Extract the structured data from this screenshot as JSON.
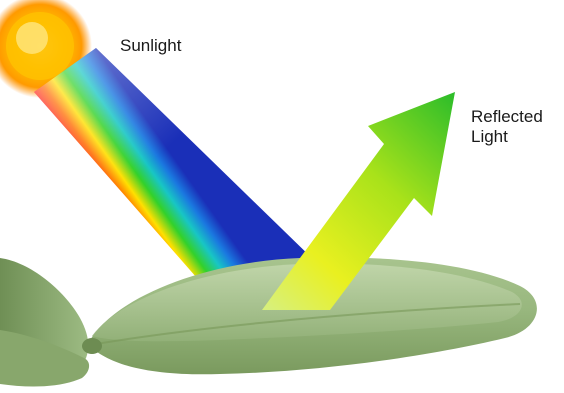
{
  "labels": {
    "sunlight": "Sunlight",
    "reflected_line1": "Reflected",
    "reflected_line2": "Light"
  },
  "icons": {
    "sun": "sun-icon",
    "leaf": "leaf-icon",
    "spectrum": "rainbow-beam-icon",
    "arrow": "reflection-arrow-icon"
  },
  "colors": {
    "background": "#ffffff",
    "sun_core": "#ffc400",
    "sun_glow": "#ff8a00",
    "leaf_light": "#b7cfa0",
    "leaf_dark": "#7e9c62",
    "arrow_start": "#9be01a",
    "arrow_mid": "#d8ee18",
    "arrow_end": "#2fbf2a",
    "text": "#1a1a1a"
  }
}
